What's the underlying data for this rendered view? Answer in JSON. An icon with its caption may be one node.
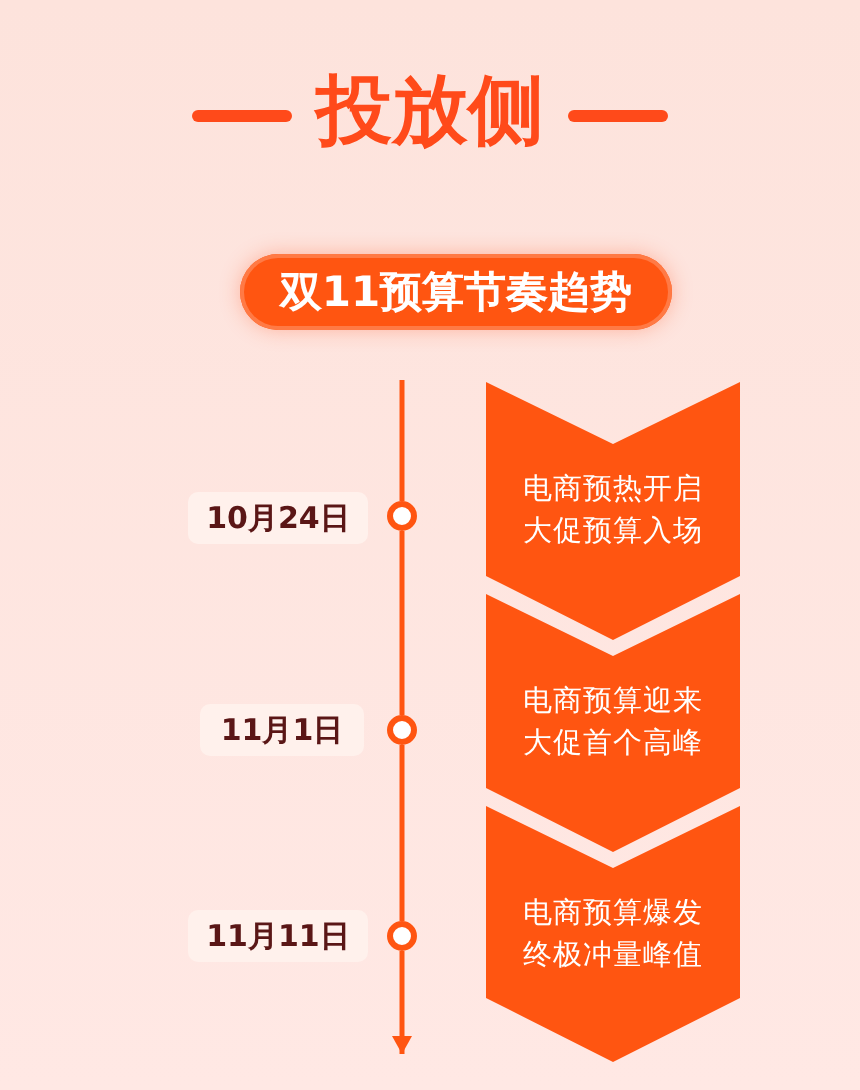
{
  "diagram": {
    "title": "投放侧",
    "nodes": [
      {
        "text": [
          "双11预算节奏趋势"
        ]
      },
      {
        "text": [
          "10月24日"
        ]
      },
      {
        "text": [],
        "shape": "circle"
      },
      {
        "text": [
          "电商预热开启大促预算入场"
        ]
      },
      {
        "text": [
          "11月1日"
        ]
      },
      {
        "text": [],
        "shape": "circle"
      },
      {
        "text": [
          "电商预算迎来大促首个高峰"
        ]
      },
      {
        "text": [
          "11月11日"
        ]
      },
      {
        "text": [],
        "shape": "circle"
      },
      {
        "text": [
          "电商预算爆发终极冲量峰值"
        ]
      }
    ],
    "edges": [
      {
        "from": null,
        "to": 2,
        "arrow": "none"
      },
      {
        "from": 2,
        "to": 5,
        "arrow": "none"
      },
      {
        "from": 5,
        "to": 8,
        "arrow": "none"
      },
      {
        "from": 8,
        "to": null,
        "arrow": "to"
      }
    ]
  }
}
